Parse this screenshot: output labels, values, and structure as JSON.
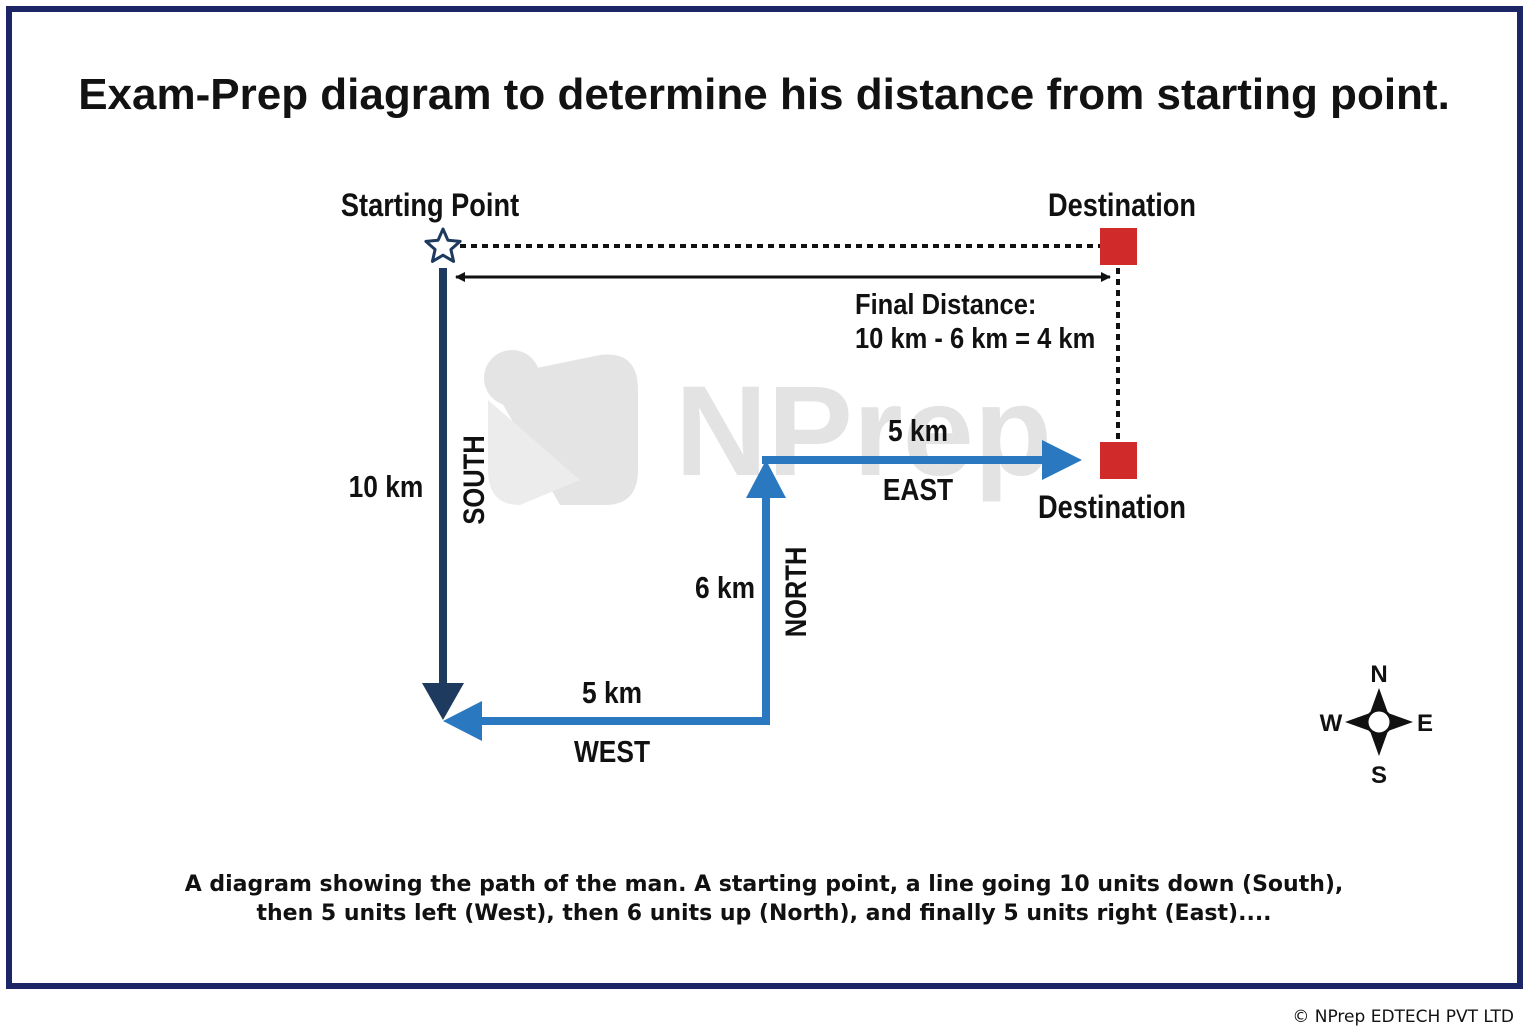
{
  "title": "Exam-Prep diagram to determine his distance from starting point.",
  "watermark": "NPrep",
  "labels": {
    "starting_point": "Starting Point",
    "destination_top": "Destination",
    "destination_bottom": "Destination",
    "final_distance_title": "Final Distance:",
    "final_distance_formula": "10 km - 6 km = 4 km",
    "south_distance": "10 km",
    "south_direction": "SOUTH",
    "west_distance": "5 km",
    "west_direction": "WEST",
    "north_distance": "6 km",
    "north_direction": "NORTH",
    "east_distance": "5 km",
    "east_direction": "EAST"
  },
  "compass": {
    "n": "N",
    "s": "S",
    "e": "E",
    "w": "W"
  },
  "caption": {
    "line1": "A diagram showing the path of the man. A starting point, a line going 10 units down (South),",
    "line2": "then 5 units left (West), then 6 units up (North), and finally 5 units right (East)...."
  },
  "copyright": "© NPrep EDTECH PVT LTD",
  "colors": {
    "border": "#1c2565",
    "south_arrow": "#1e3a5f",
    "path_arrow": "#2a78c0",
    "destination_marker": "#d12a2a",
    "watermark": "#e3e3e3"
  }
}
